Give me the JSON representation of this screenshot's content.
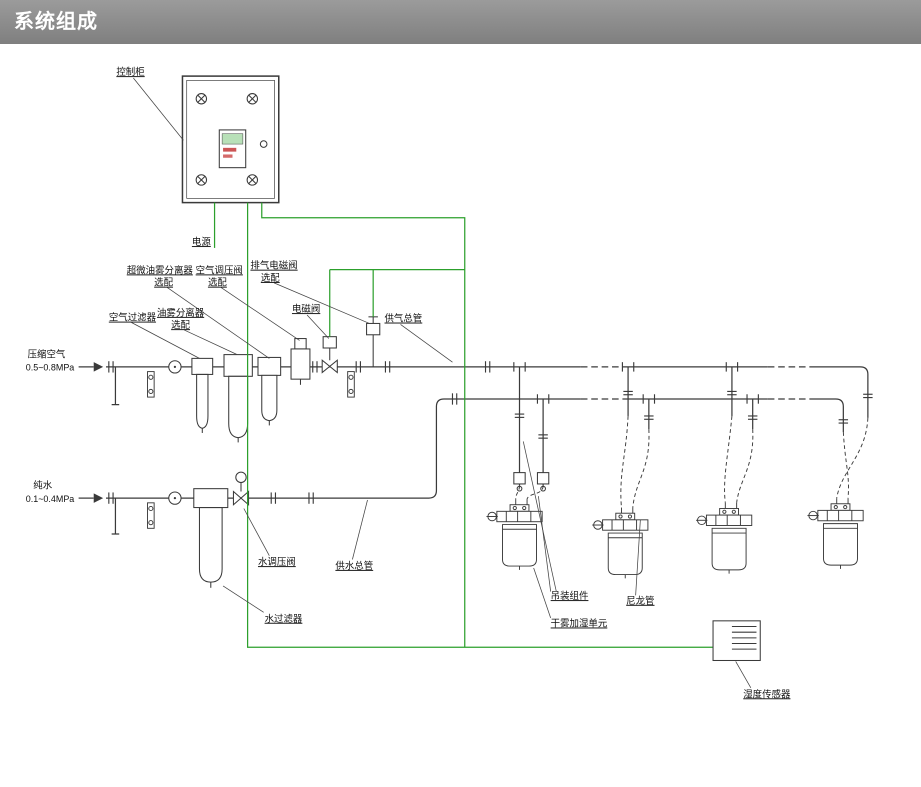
{
  "header": {
    "title": "系统组成"
  },
  "diagram": {
    "control_cabinet": "控制柜",
    "power": "电源",
    "optional": "选配",
    "ultra_oil_separator": "超微油雾分离器",
    "air_regulator": "空气调压阀",
    "exhaust_solenoid": "排气电磁阀",
    "air_filter": "空气过滤器",
    "oil_separator": "油雾分离器",
    "solenoid_valve": "电磁阀",
    "air_main": "供气总管",
    "compressed_air": "压缩空气",
    "compressed_air_pressure": "0.5~0.8MPa",
    "pure_water": "纯水",
    "pure_water_pressure": "0.1~0.4MPa",
    "water_regulator": "水调压阀",
    "water_main": "供水总管",
    "water_filter": "水过滤器",
    "hanging_kit": "吊装组件",
    "nylon_tube": "尼龙管",
    "fog_unit": "干雾加湿单元",
    "humidity_sensor": "湿度传感器"
  },
  "colors": {
    "wire_green": "#2ca02c",
    "line": "#3a3a3a",
    "header_bg_top": "#9b9b9b",
    "header_bg_bot": "#7f7f7f"
  }
}
